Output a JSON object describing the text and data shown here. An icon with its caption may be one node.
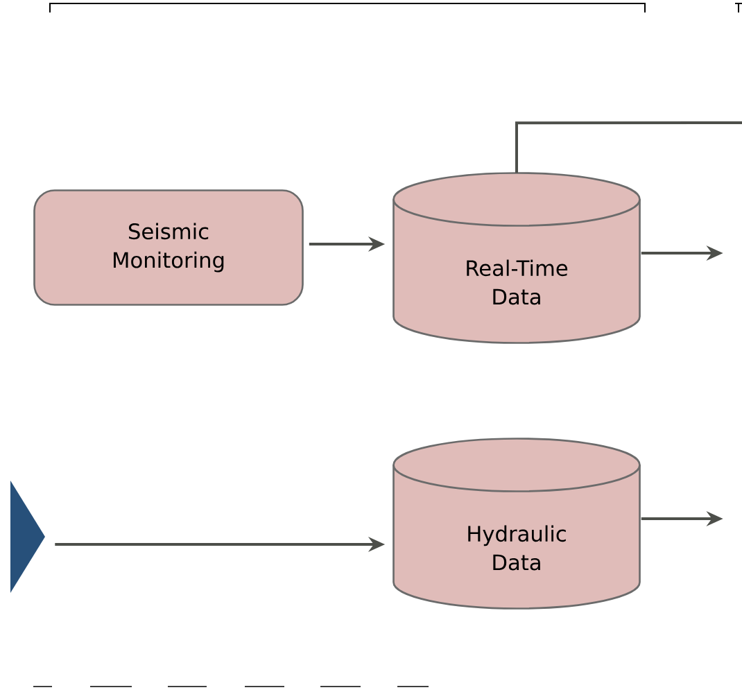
{
  "diagram": {
    "nodes": [
      {
        "text": [
          "Seismic Monitoring"
        ]
      },
      {
        "text": [
          "Real-Time Data"
        ]
      },
      {
        "text": [],
        "shape": "triangle"
      },
      {
        "text": [
          "Hydraulic Data"
        ]
      }
    ],
    "edges": [
      {
        "from": 0,
        "to": 1,
        "arrow": "to"
      },
      {
        "from": 1,
        "to": null,
        "arrow": "to"
      },
      {
        "from": 1,
        "to": null,
        "arrow": "none"
      },
      {
        "from": 2,
        "to": 3,
        "arrow": "to"
      },
      {
        "from": 3,
        "to": null,
        "arrow": "to"
      }
    ]
  }
}
